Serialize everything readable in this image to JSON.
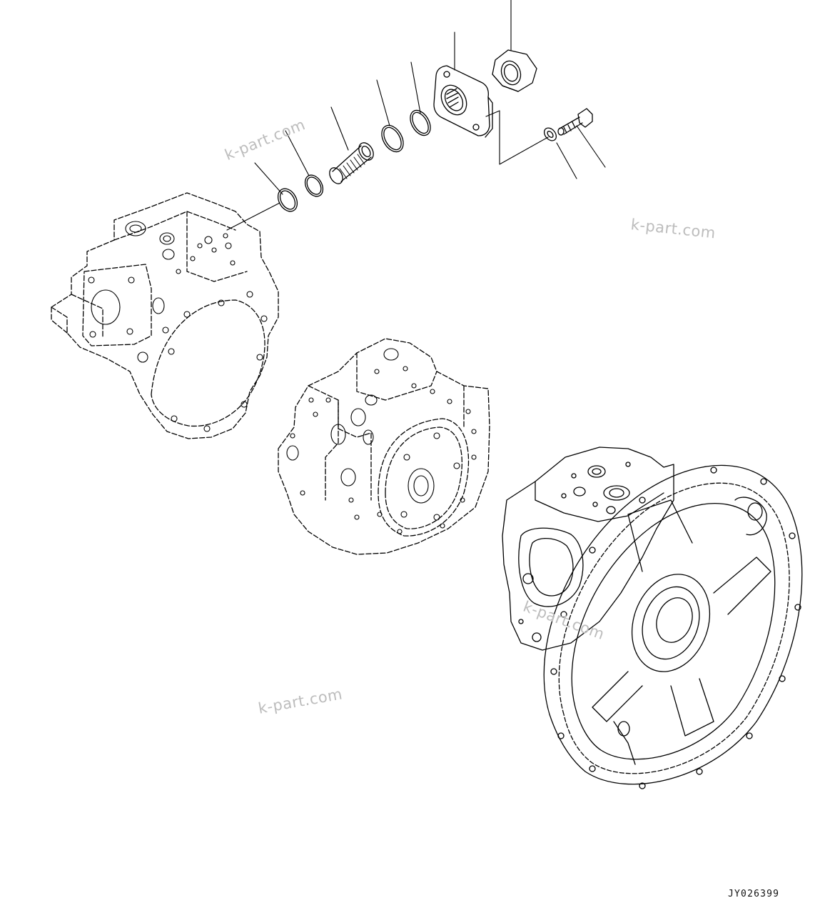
{
  "drawing": {
    "code": "JY026399",
    "watermarks": [
      "k-part.com",
      "k-part.com",
      "k-part.com",
      "k-part.com"
    ]
  },
  "parts": [
    {
      "id": "o-ring-1"
    },
    {
      "id": "o-ring-2"
    },
    {
      "id": "sleeve"
    },
    {
      "id": "o-ring-3"
    },
    {
      "id": "o-ring-4"
    },
    {
      "id": "flange"
    },
    {
      "id": "nut"
    },
    {
      "id": "washer"
    },
    {
      "id": "bolt"
    }
  ]
}
